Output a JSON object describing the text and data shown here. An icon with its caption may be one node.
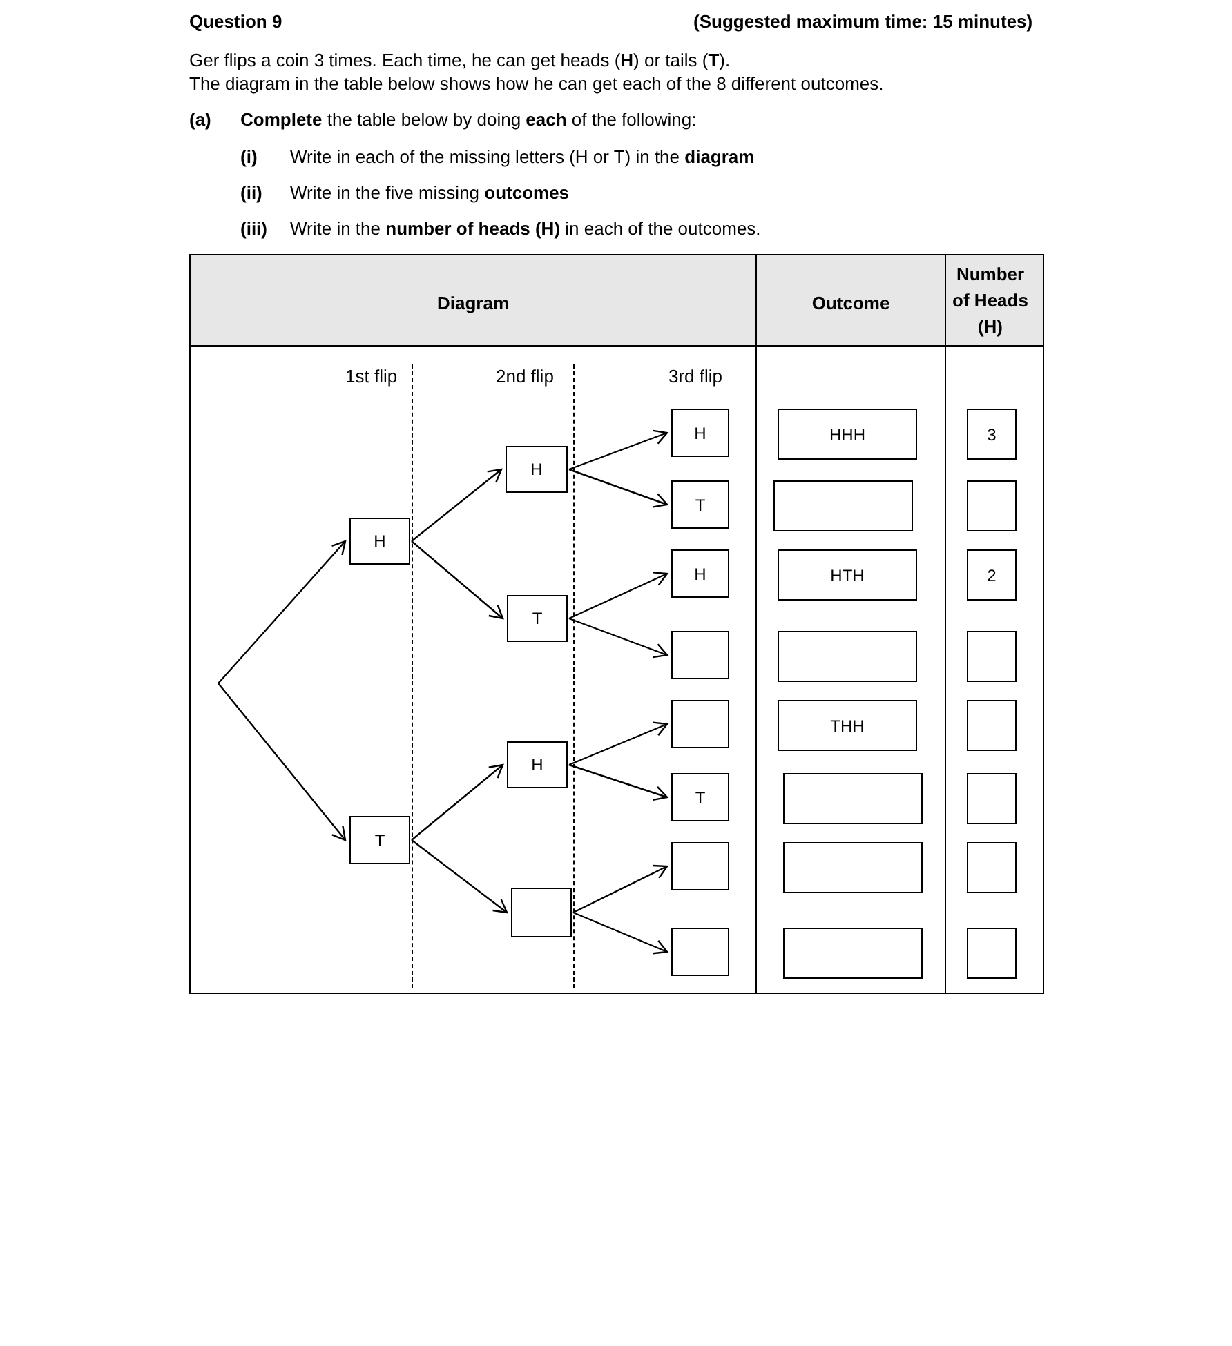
{
  "diagram": {
    "title": "Question 9",
    "nodes": [
      {
        "text": [
          "H"
        ]
      },
      {
        "text": [
          "T"
        ]
      },
      {
        "text": [
          "H"
        ]
      },
      {
        "text": [
          "T"
        ]
      },
      {
        "text": [
          "H"
        ]
      },
      {
        "text": [],
        "shape": "box"
      },
      {
        "text": [
          "H"
        ]
      },
      {
        "text": [
          "T"
        ]
      },
      {
        "text": [
          "H"
        ]
      },
      {
        "text": [],
        "shape": "box"
      },
      {
        "text": [],
        "shape": "box"
      },
      {
        "text": [
          "T"
        ]
      },
      {
        "text": [],
        "shape": "box"
      },
      {
        "text": [],
        "shape": "box"
      },
      {
        "text": [
          "HHH"
        ]
      },
      {
        "text": [],
        "shape": "box"
      },
      {
        "text": [
          "HTH"
        ]
      },
      {
        "text": [],
        "shape": "box"
      },
      {
        "text": [
          "THH"
        ]
      },
      {
        "text": [],
        "shape": "box"
      },
      {
        "text": [],
        "shape": "box"
      },
      {
        "text": [],
        "shape": "box"
      },
      {
        "text": [
          "3"
        ]
      },
      {
        "text": [],
        "shape": "box"
      },
      {
        "text": [
          "2"
        ]
      },
      {
        "text": [],
        "shape": "box"
      },
      {
        "text": [],
        "shape": "box"
      },
      {
        "text": [],
        "shape": "box"
      },
      {
        "text": [],
        "shape": "box"
      },
      {
        "text": [],
        "shape": "box"
      }
    ],
    "edges": [
      {
        "from": null,
        "to": 0,
        "arrow": "to"
      },
      {
        "from": null,
        "to": 1,
        "arrow": "to"
      },
      {
        "from": 0,
        "to": 2,
        "arrow": "to"
      },
      {
        "from": 0,
        "to": 3,
        "arrow": "to"
      },
      {
        "from": 1,
        "to": 4,
        "arrow": "to"
      },
      {
        "from": 1,
        "to": 5,
        "arrow": "to"
      },
      {
        "from": 2,
        "to": 6,
        "arrow": "to"
      },
      {
        "from": 2,
        "to": 7,
        "arrow": "to"
      },
      {
        "from": 3,
        "to": 8,
        "arrow": "to"
      },
      {
        "from": 3,
        "to": 9,
        "arrow": "to"
      },
      {
        "from": 4,
        "to": 10,
        "arrow": "to"
      },
      {
        "from": 4,
        "to": 11,
        "arrow": "to"
      },
      {
        "from": 5,
        "to": 12,
        "arrow": "to"
      },
      {
        "from": 5,
        "to": 13,
        "arrow": "to"
      }
    ],
    "labels": [
      "(Suggested maximum time: 15 minutes)",
      "Ger flips a coin 3 times.  Each time, he can get heads (**H**) or tails (**T**).",
      "The diagram in the table below shows how he can get each of the 8 different outcomes.",
      "(a)",
      "**Complete** the table below by doing **each** of the following:",
      "(i)",
      "Write in each of the missing letters (H or T) in the **diagram**",
      "(ii)",
      "Write in the five missing **outcomes**",
      "(iii)",
      "Write in the **number of heads (H)** in each of the outcomes.",
      "Diagram",
      "Outcome",
      "Number of Heads (H)",
      "1st flip",
      "2nd flip",
      "3rd flip"
    ]
  }
}
